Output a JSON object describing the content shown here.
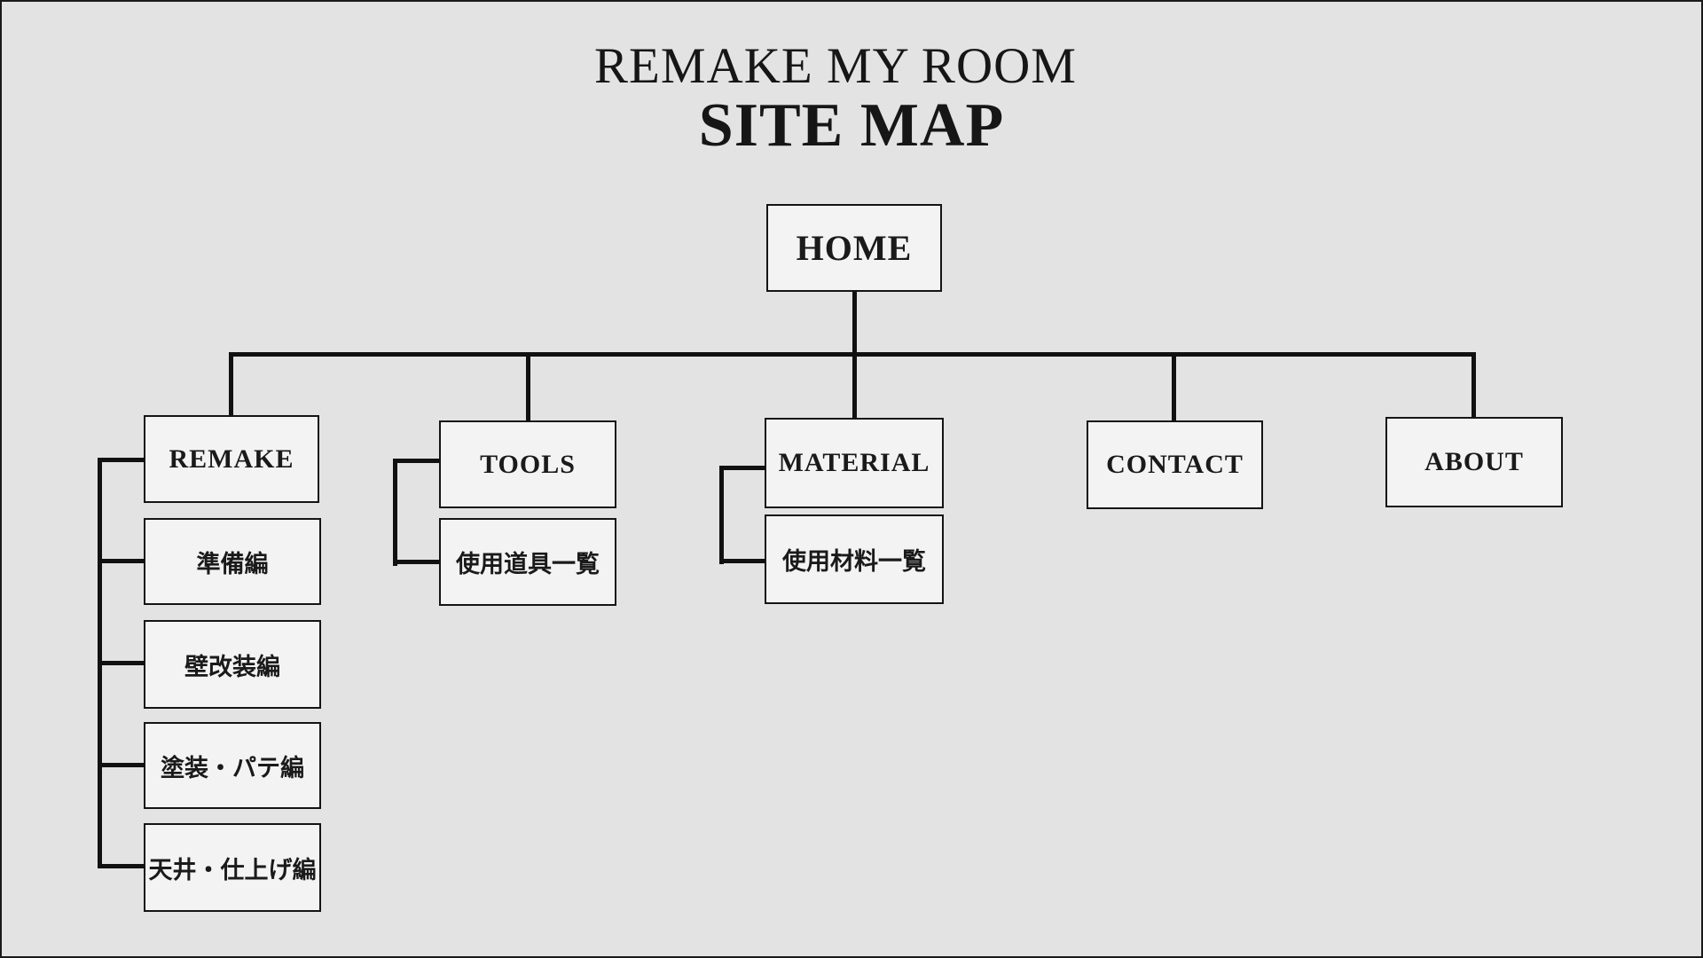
{
  "title": {
    "line1": "REMAKE MY ROOM",
    "line2": "SITE MAP"
  },
  "nodes": {
    "home": {
      "label": "HOME"
    },
    "remake": {
      "label": "REMAKE",
      "children": [
        {
          "label": "準備編"
        },
        {
          "label": "壁改装編"
        },
        {
          "label": "塗装・パテ編"
        },
        {
          "label": "天井・仕上げ編"
        }
      ]
    },
    "tools": {
      "label": "TOOLS",
      "children": [
        {
          "label": "使用道具一覧"
        }
      ]
    },
    "material": {
      "label": "MATERIAL",
      "children": [
        {
          "label": "使用材料一覧"
        }
      ]
    },
    "contact": {
      "label": "CONTACT"
    },
    "about": {
      "label": "ABOUT"
    }
  },
  "colors": {
    "background": "#e3e3e3",
    "box_fill": "#f3f3f3",
    "line": "#111111",
    "text": "#1a1a1a"
  }
}
